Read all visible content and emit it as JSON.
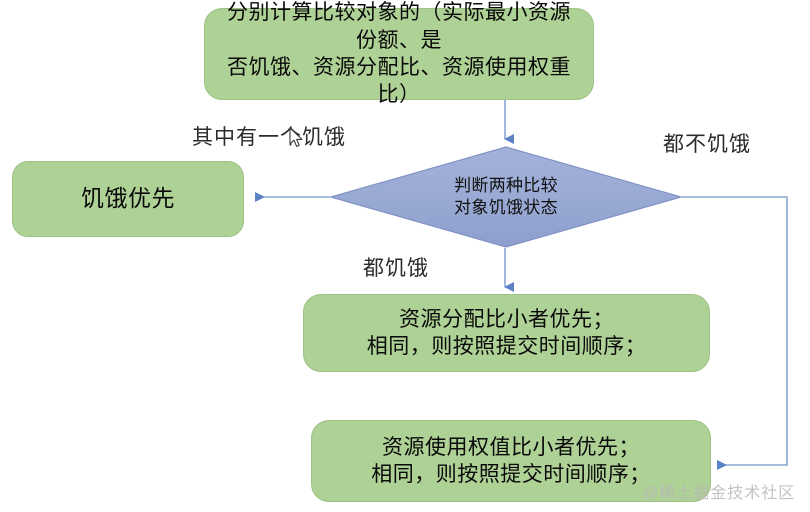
{
  "diagram": {
    "type": "flowchart",
    "title_node": "分别计算比较对象的（实际最小资源份额、是\n否饥饿、资源分配比、资源使用权重比）",
    "decision_node": "判断两种比较\n对象饥饿状态",
    "outcome_hungry_priority": "饥饿优先",
    "outcome_alloc_ratio": "资源分配比小者优先；\n相同，则按照提交时间顺序；",
    "outcome_weight_ratio": "资源使用权值比小者优先；\n相同，则按照提交时间顺序；",
    "edge_labels": {
      "one_hungry": "其中有一个饥饿",
      "none_hungry": "都不饥饿",
      "both_hungry": "都饥饿"
    },
    "colors": {
      "box_fill": "#aed195",
      "box_border": "#9dc285",
      "diamond_fill": "#9aaad4",
      "diamond_border": "#7f92c4",
      "connector": "#6a86c0",
      "text": "#0a0a0a",
      "background": "#ffffff"
    }
  },
  "watermark": {
    "text": "@稀土掘金技术社区"
  }
}
